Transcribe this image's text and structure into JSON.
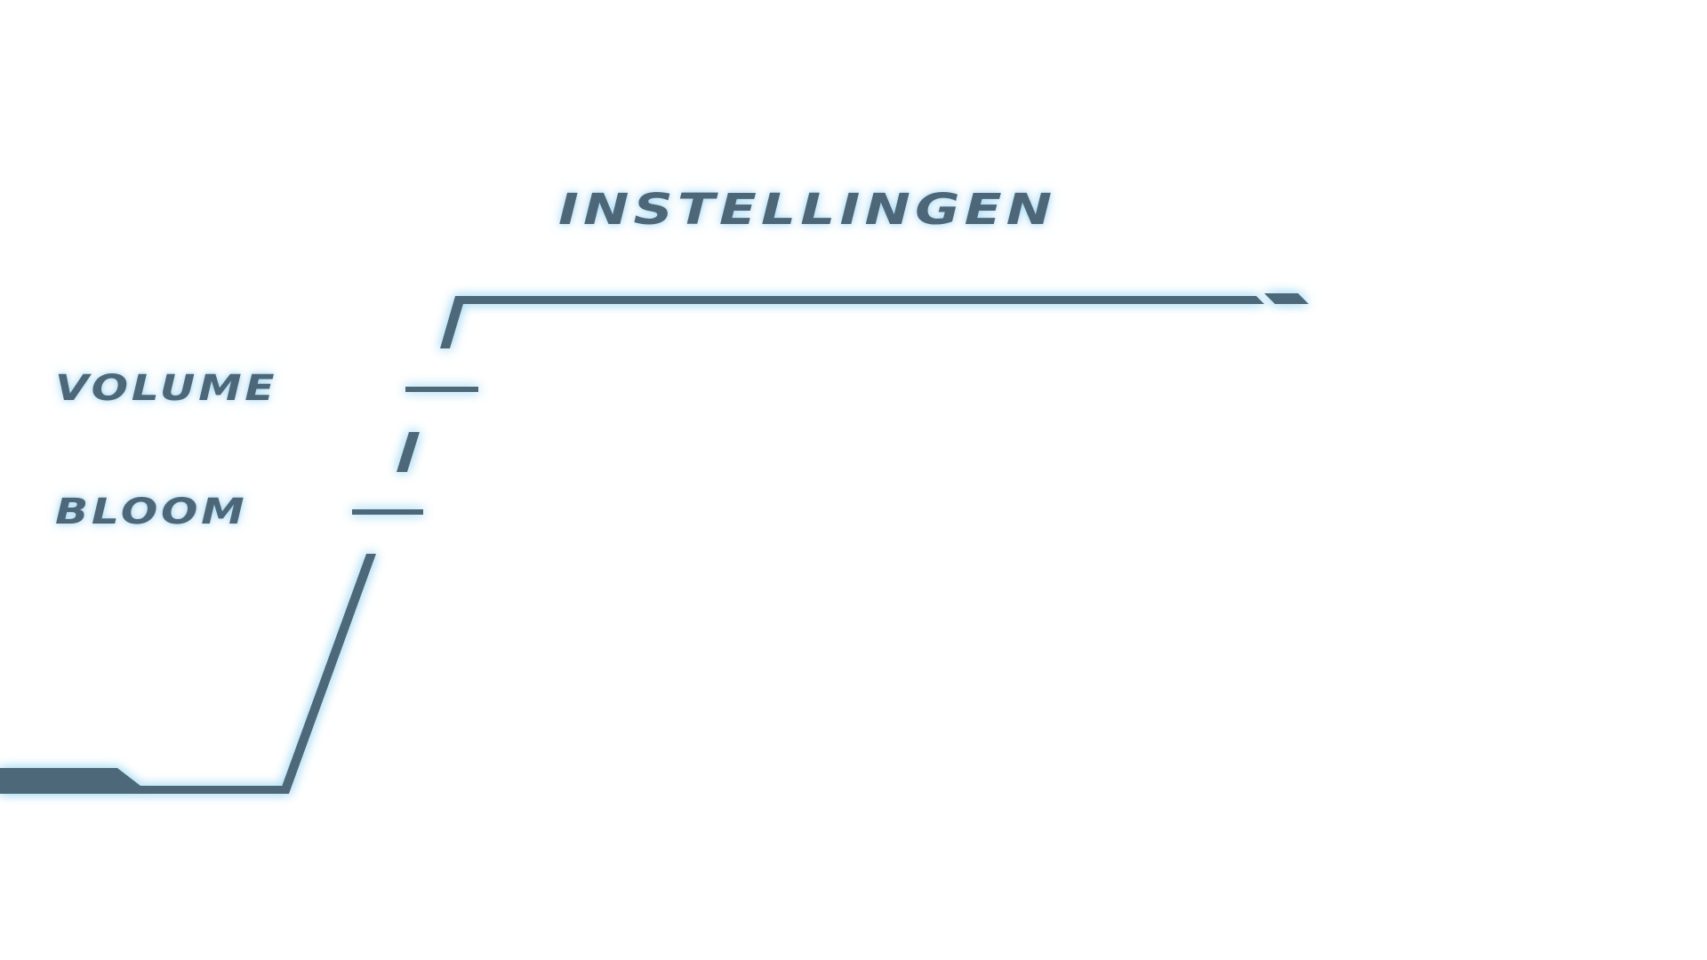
{
  "screen": {
    "title": "INSTELLINGEN"
  },
  "menu": {
    "items": [
      {
        "label": "VOLUME"
      },
      {
        "label": "BLOOM"
      }
    ]
  },
  "theme": {
    "line_color": "#4d6778",
    "glow_color": "#a9dcf3",
    "background": "#ffffff"
  }
}
